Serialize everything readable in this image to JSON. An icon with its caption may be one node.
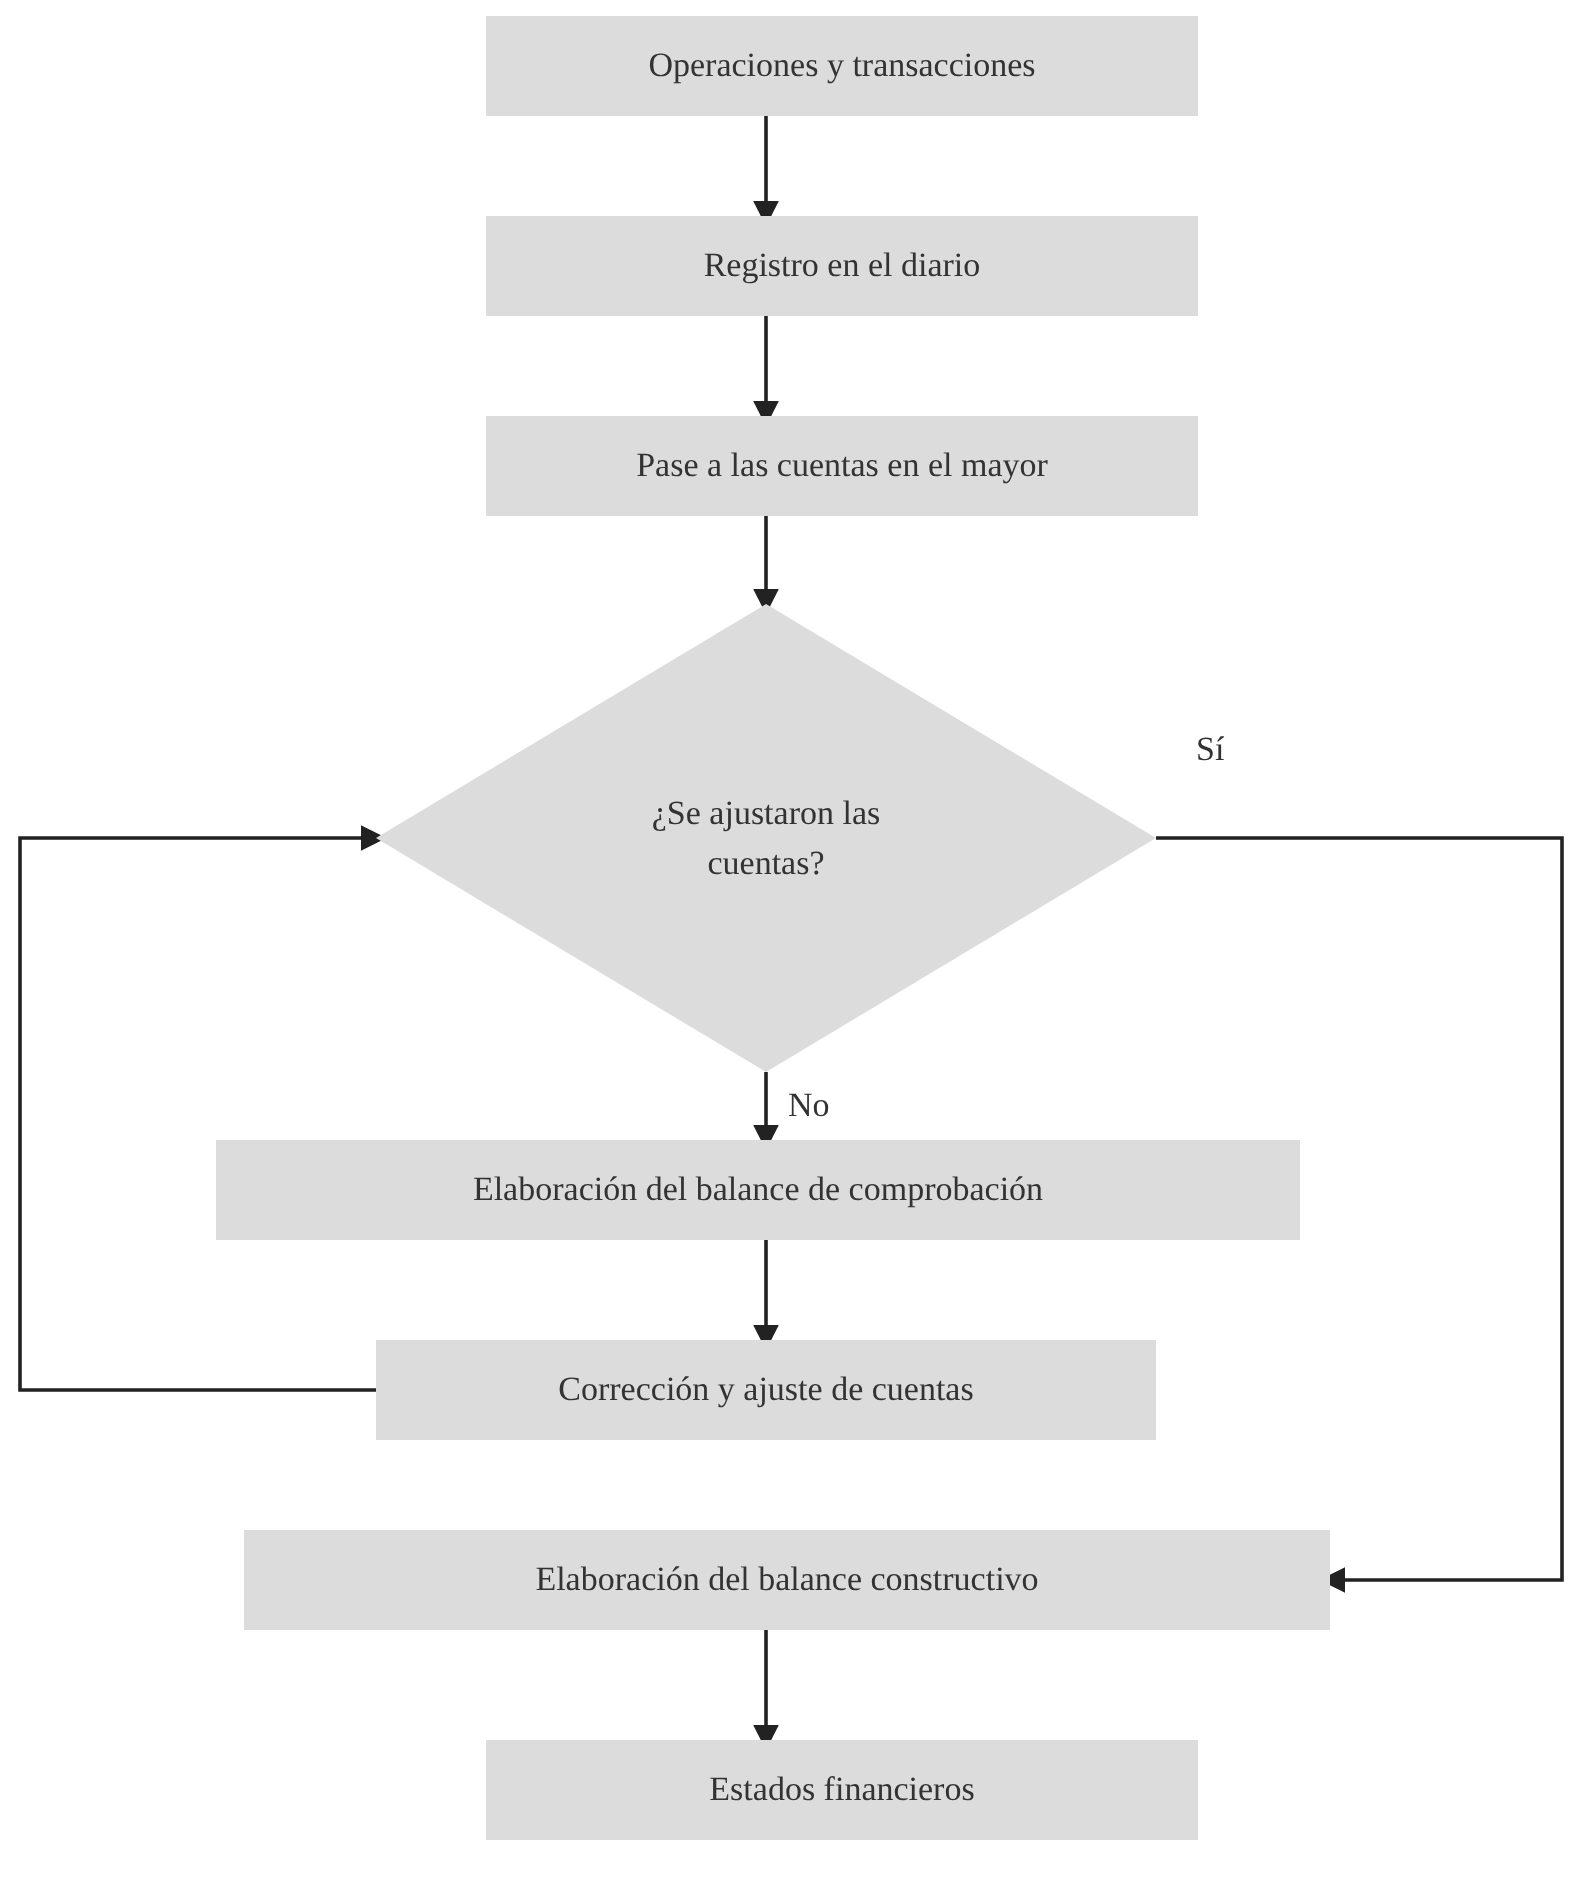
{
  "diagram": {
    "nodes": [
      {
        "text": [
          "Operaciones y transacciones"
        ]
      },
      {
        "text": [
          "Registro en el diario"
        ]
      },
      {
        "text": [
          "Pase a las cuentas en el mayor"
        ]
      },
      {
        "text": [
          "¿Se ajustaron las cuentas?"
        ]
      },
      {
        "text": [
          "Elaboración del balance de comprobación"
        ]
      },
      {
        "text": [
          "Corrección y ajuste de cuentas"
        ]
      },
      {
        "text": [
          "Elaboración del balance constructivo"
        ]
      },
      {
        "text": [
          "Estados financieros"
        ]
      }
    ],
    "edges": [
      {
        "from": 0,
        "to": 1,
        "arrow": "to"
      },
      {
        "from": 1,
        "to": 2,
        "arrow": "to"
      },
      {
        "from": 2,
        "to": 3,
        "arrow": "to"
      },
      {
        "from": 3,
        "to": 4,
        "arrow": "to",
        "label": "No"
      },
      {
        "from": 4,
        "to": 5,
        "arrow": "to"
      },
      {
        "from": 5,
        "to": 3,
        "arrow": "to"
      },
      {
        "from": 3,
        "to": 6,
        "arrow": "to",
        "label": "Sí"
      },
      {
        "from": 6,
        "to": 7,
        "arrow": "to"
      }
    ]
  }
}
